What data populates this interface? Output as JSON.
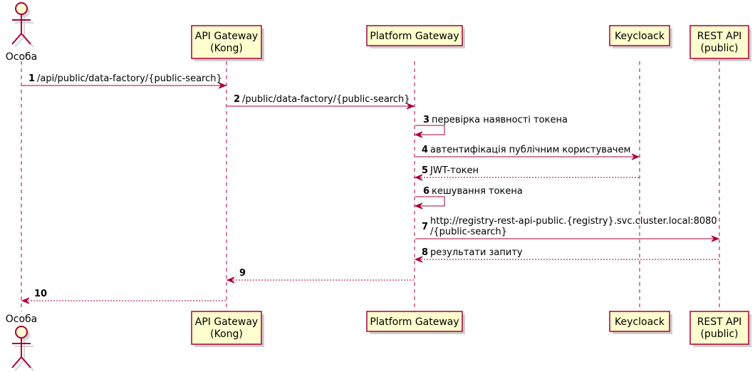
{
  "participants": [
    {
      "id": "person",
      "type": "actor",
      "name": "Особа"
    },
    {
      "id": "api-gateway",
      "type": "participant",
      "name_lines": [
        "API Gateway",
        "(Kong)"
      ]
    },
    {
      "id": "platform-gateway",
      "type": "participant",
      "name_lines": [
        "Platform Gateway"
      ]
    },
    {
      "id": "keycloack",
      "type": "participant",
      "name_lines": [
        "Keycloack"
      ]
    },
    {
      "id": "rest-api",
      "type": "participant",
      "name_lines": [
        "REST API",
        "(public)"
      ]
    }
  ],
  "messages": [
    {
      "num": "1",
      "from": "person",
      "to": "api-gateway",
      "style": "solid",
      "lines": [
        "/api/public/data-factory/{public-search}"
      ]
    },
    {
      "num": "2",
      "from": "api-gateway",
      "to": "platform-gateway",
      "style": "solid",
      "lines": [
        "/public/data-factory/{public-search}"
      ]
    },
    {
      "num": "3",
      "from": "platform-gateway",
      "to": "platform-gateway",
      "style": "self",
      "lines": [
        "перевірка наявності токена"
      ]
    },
    {
      "num": "4",
      "from": "platform-gateway",
      "to": "keycloack",
      "style": "solid",
      "lines": [
        "автентифікація публічним користувачем"
      ]
    },
    {
      "num": "5",
      "from": "keycloack",
      "to": "platform-gateway",
      "style": "dashed",
      "lines": [
        "JWT-токен"
      ]
    },
    {
      "num": "6",
      "from": "platform-gateway",
      "to": "platform-gateway",
      "style": "self",
      "lines": [
        "кешування токена"
      ]
    },
    {
      "num": "7",
      "from": "platform-gateway",
      "to": "rest-api",
      "style": "solid",
      "lines": [
        "http://registry-rest-api-public.{registry}.svc.cluster.local:8080",
        "/{public-search}"
      ]
    },
    {
      "num": "8",
      "from": "rest-api",
      "to": "platform-gateway",
      "style": "dashed",
      "lines": [
        "результати запиту"
      ]
    },
    {
      "num": "9",
      "from": "platform-gateway",
      "to": "api-gateway",
      "style": "dashed",
      "lines": []
    },
    {
      "num": "10",
      "from": "api-gateway",
      "to": "person",
      "style": "dashed",
      "lines": []
    }
  ],
  "colors": {
    "line": "#A80036",
    "box_fill": "#FEFECE",
    "text": "#000000"
  }
}
